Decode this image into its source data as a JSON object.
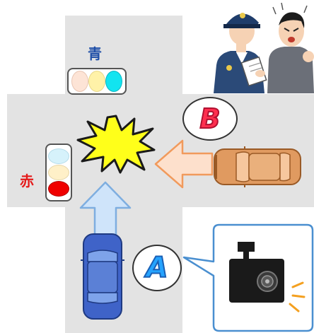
{
  "labels": {
    "blue_signal": "青",
    "red_signal": "赤",
    "car_a_letter": "A",
    "car_b_letter": "B"
  },
  "icons": {
    "crash": "collision-burst-icon",
    "police": "police-officer-icon",
    "driver": "angry-man-icon",
    "dashcam": "dashcam-icon",
    "traffic_light_horizontal": "traffic-light-icon",
    "traffic_light_vertical": "traffic-light-icon",
    "arrow_left": "arrow-left-icon",
    "arrow_up": "arrow-up-icon"
  },
  "colors": {
    "road": "#e3e3e3",
    "signal_blue_text": "#1f4fa8",
    "signal_red_text": "#e41b1b",
    "horizontal_light": [
      "#fde4d6",
      "#fff2a8",
      "#12e4f0"
    ],
    "vertical_light": [
      "#d6f2fb",
      "#fff0c8",
      "#f00000"
    ],
    "car_a": "#3f63c8",
    "car_b": "#e09a60",
    "arrow_left_fill": "#fde0cc",
    "arrow_up_fill": "#cfe4fa",
    "crash_fill": "#ffff1a"
  }
}
